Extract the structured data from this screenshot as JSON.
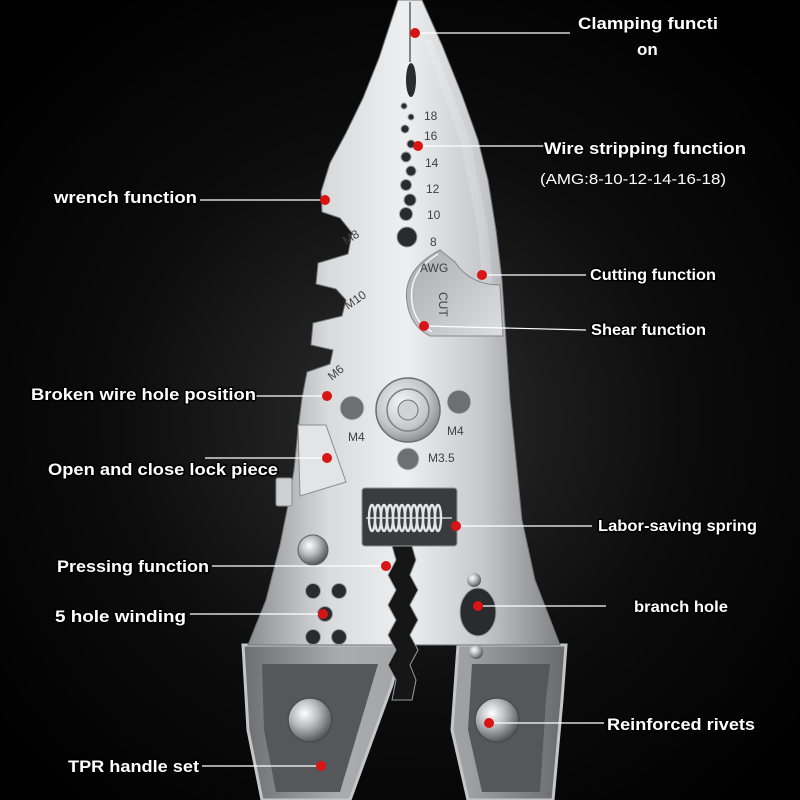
{
  "callouts": {
    "clamping": {
      "line1": "Clamping functi",
      "line2": "on"
    },
    "wire_stripping": {
      "label": "Wire stripping function",
      "note": "(AMG:8-10-12-14-16-18)"
    },
    "wrench": {
      "label": "wrench function"
    },
    "cutting": {
      "label": "Cutting function"
    },
    "shear": {
      "label": "Shear function"
    },
    "broken_wire_hole": {
      "label": "Broken wire hole position"
    },
    "lock_piece": {
      "label": "Open and close lock piece"
    },
    "spring": {
      "label": "Labor-saving spring"
    },
    "pressing": {
      "label": "Pressing function"
    },
    "five_hole": {
      "label": "5 hole winding"
    },
    "branch_hole": {
      "label": "branch hole"
    },
    "rivets": {
      "label": "Reinforced rivets"
    },
    "handle": {
      "label": "TPR handle set"
    }
  },
  "tool_markings": {
    "awg_gauges": [
      "18",
      "16",
      "14",
      "12",
      "10",
      "8"
    ],
    "awg_unit": "AWG",
    "cut": "CUT",
    "wrench_sizes": {
      "m8": "M8",
      "m10": "M10",
      "m6": "M6"
    },
    "hole_sizes": {
      "left": "M4",
      "right": "M4",
      "bottom": "M3.5"
    }
  },
  "colors": {
    "background": "#000000",
    "callout_text": "#ffffff",
    "callout_line": "#ffffff",
    "callout_dot": "#d81414",
    "metal": "#d6d7d9",
    "handle": "#8e9094"
  }
}
